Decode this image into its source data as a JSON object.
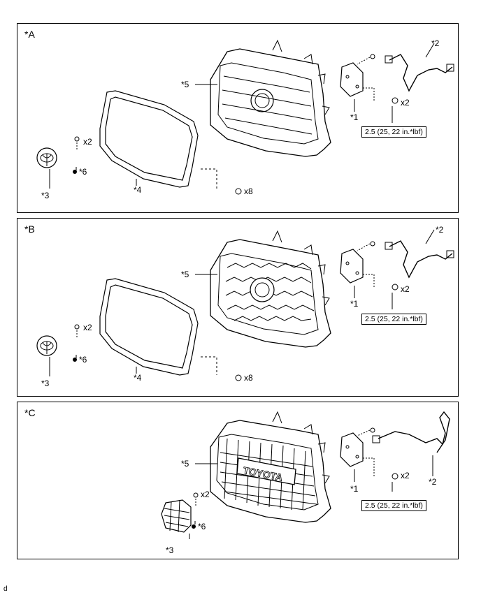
{
  "panels": [
    {
      "label": "*A",
      "items": {
        "p1": "*1",
        "p2": "*2",
        "p3": "*3",
        "p4": "*4",
        "p5": "*5",
        "p6": "*6"
      },
      "qty": {
        "emblem_clip": "x2",
        "sensor_bolt": "x2",
        "grille_clip": "x8"
      },
      "torque": "2.5 (25, 22 in.*lbf)"
    },
    {
      "label": "*B",
      "items": {
        "p1": "*1",
        "p2": "*2",
        "p3": "*3",
        "p4": "*4",
        "p5": "*5",
        "p6": "*6"
      },
      "qty": {
        "emblem_clip": "x2",
        "sensor_bolt": "x2",
        "grille_clip": "x8"
      },
      "torque": "2.5 (25, 22 in.*lbf)"
    },
    {
      "label": "*C",
      "items": {
        "p1": "*1",
        "p2": "*2",
        "p3": "*3",
        "p5": "*5",
        "p6": "*6"
      },
      "qty": {
        "emblem_clip": "x2",
        "sensor_bolt": "x2"
      },
      "torque": "2.5 (25, 22 in.*lbf)",
      "grille_text": "TOYOTA"
    }
  ],
  "footer": "d"
}
